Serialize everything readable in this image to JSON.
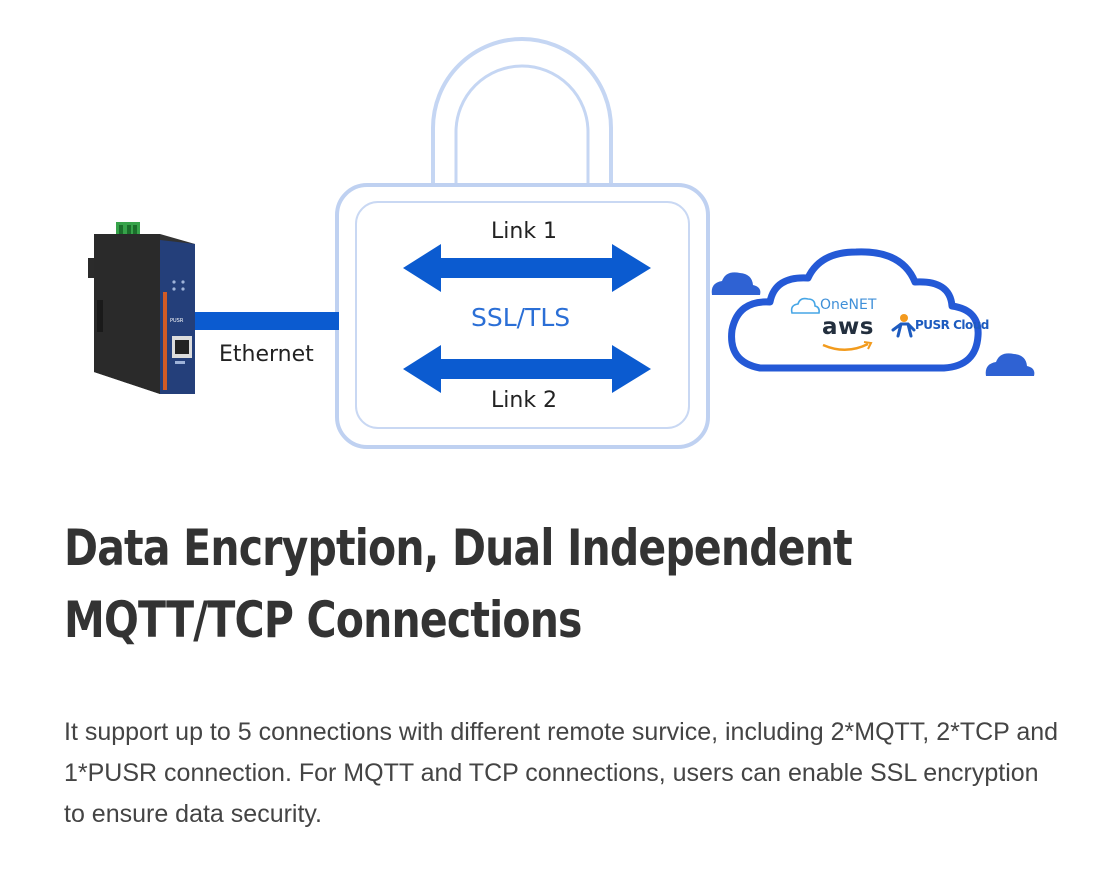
{
  "diagram": {
    "link1_label": "Link 1",
    "link2_label": "Link 2",
    "protocol_label": "SSL/TLS",
    "ethernet_label": "Ethernet",
    "cloud_services": {
      "onenet": "OneNET",
      "aws": "aws",
      "pusr": "PUSR Cloud"
    },
    "device_logo_text": "PUSR",
    "colors": {
      "arrow": "#0b5bd0",
      "lock_outline": "#b9cdf0",
      "cloud_outline": "#2459d6",
      "ssl_text": "#2b6fd6",
      "ethernet_cable": "#0b5bd0"
    }
  },
  "content": {
    "title": "Data Encryption, Dual Independent MQTT/TCP Connections",
    "description": "It support up to 5 connections with different remote survice, including 2*MQTT, 2*TCP and 1*PUSR connection. For MQTT and TCP connections, users can enable SSL encryption to ensure data security."
  }
}
